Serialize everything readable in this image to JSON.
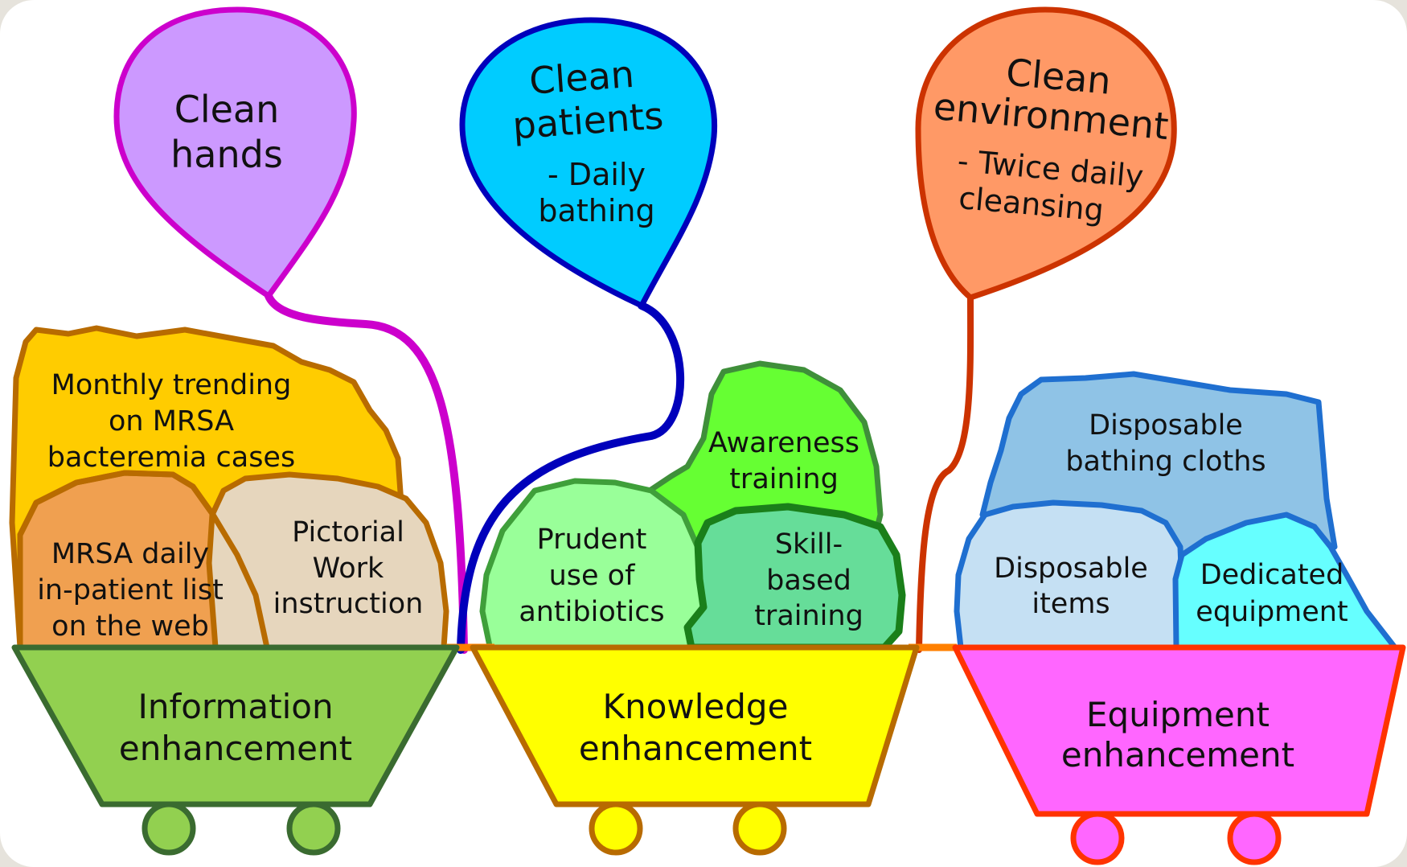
{
  "colors": {
    "hands_fill": "#cc99ff",
    "hands_stroke": "#cc00cc",
    "patients_fill": "#00ccff",
    "patients_stroke": "#0000bb",
    "environment_fill": "#ff9966",
    "environment_stroke": "#cc3300",
    "cart_info_fill": "#92d050",
    "cart_info_stroke": "#3a6b30",
    "cart_knowledge_fill": "#ffff00",
    "cart_knowledge_stroke": "#b86b00",
    "cart_equipment_fill": "#ff66ff",
    "cart_equipment_stroke": "#ff3300",
    "connector": "#ff8000"
  },
  "balloons": {
    "hands": {
      "line1": "Clean",
      "line2": "hands"
    },
    "patients": {
      "line1": "Clean",
      "line2": "patients",
      "sub1": "- Daily",
      "sub2": "bathing"
    },
    "environment": {
      "line1": "Clean",
      "line2": "environment",
      "sub1": "- Twice daily",
      "sub2": "cleansing"
    }
  },
  "rocks": {
    "monthly_trending": [
      "Monthly trending",
      "on MRSA",
      "bacteremia cases"
    ],
    "mrsa_daily": [
      "MRSA daily",
      "in-patient list",
      "on the web"
    ],
    "pictorial": [
      "Pictorial",
      "Work",
      "instruction"
    ],
    "awareness": [
      "Awareness",
      "training"
    ],
    "prudent": [
      "Prudent",
      "use of",
      "antibiotics"
    ],
    "skill": [
      "Skill-",
      "based",
      "training"
    ],
    "bathing_cloths": [
      "Disposable",
      "bathing cloths"
    ],
    "disposable_items": [
      "Disposable",
      "items"
    ],
    "dedicated": [
      "Dedicated",
      "equipment"
    ]
  },
  "carts": {
    "information": [
      "Information",
      "enhancement"
    ],
    "knowledge": [
      "Knowledge",
      "enhancement"
    ],
    "equipment": [
      "Equipment",
      "enhancement"
    ]
  }
}
